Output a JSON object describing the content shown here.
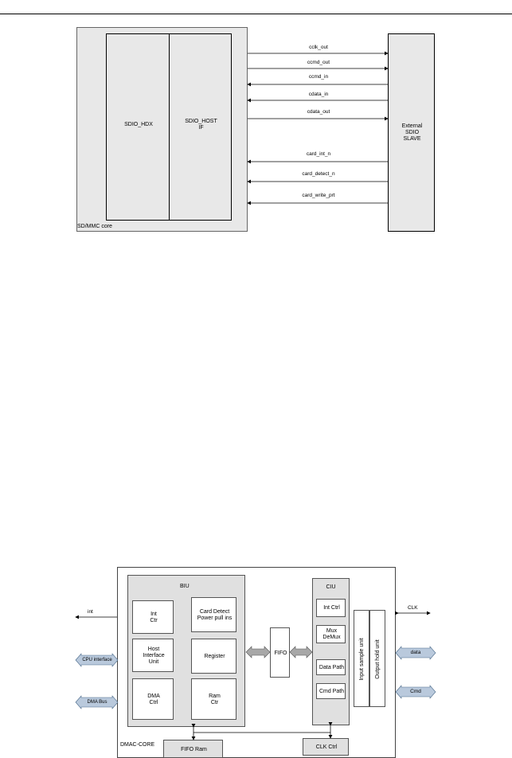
{
  "diagram1": {
    "core_label": "SD/MMC core",
    "hdx_block": "SDIO_HDX",
    "host_if_block": "SDIO_HOST\nIF",
    "slave_block": "External\nSDIO\nSLAVE",
    "signals": [
      {
        "label": "cclk_out",
        "direction": "out"
      },
      {
        "label": "ccmd_out",
        "direction": "out"
      },
      {
        "label": "ccmd_in",
        "direction": "in"
      },
      {
        "label": "cdata_in",
        "direction": "in"
      },
      {
        "label": "cdata_out",
        "direction": "out"
      },
      {
        "label": "card_int_n",
        "direction": "in"
      },
      {
        "label": "card_detect_n",
        "direction": "in"
      },
      {
        "label": "card_write_prt",
        "direction": "in"
      }
    ]
  },
  "diagram2": {
    "core_label": "DMAC-CORE",
    "biu_label": "BIU",
    "ciu_label": "CIU",
    "biu_blocks": {
      "int_ctr": "Int\nCtr",
      "card_detect": "Card Detect\nPower pull ins",
      "host_if": "Host\nInterface\nUnit",
      "register": "Register",
      "dma_ctrl": "DMA\nCtrl",
      "ram_ctr": "Ram\nCtr"
    },
    "fifo": "FIFO",
    "ciu_blocks": {
      "int_ctrl": "Int Ctrl",
      "muxdemux": "Mux\nDeMux",
      "data_path": "Data Path",
      "cmd_path": "Cmd Path"
    },
    "input_sample": "Input sample unit",
    "output_hold": "Output hold unit",
    "fifo_ram": "FIFO Ram",
    "clk_ctrl": "CLK Ctrl",
    "ext_int": "int",
    "ext_clk": "CLK",
    "ext_cpu": "CPU interface",
    "ext_dma": "DMA Bus",
    "ext_data": "data",
    "ext_cmd": "Cmd"
  }
}
